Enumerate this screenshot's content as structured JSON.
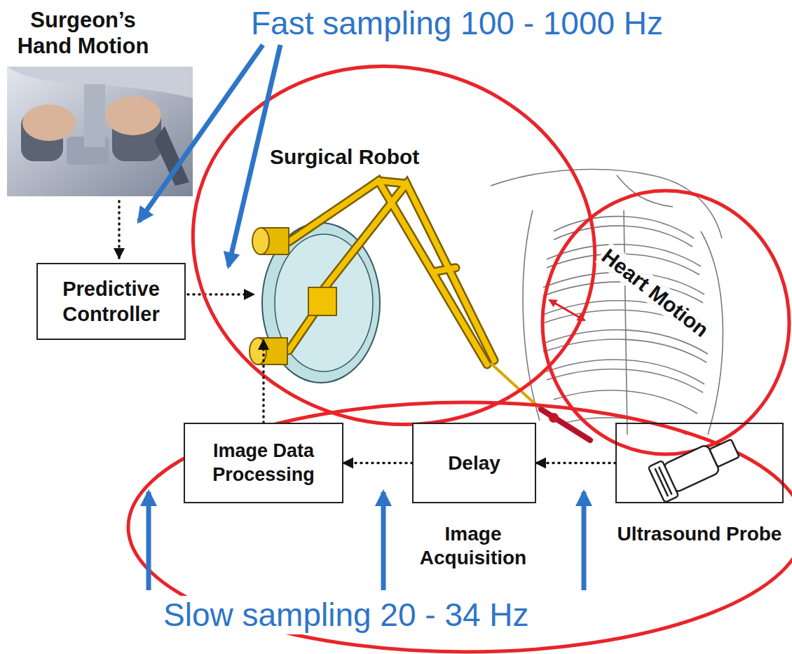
{
  "diagram": {
    "nodes": [
      {
        "text": [
          "Predictive Controller"
        ]
      },
      {
        "text": [
          "Image Data Processing"
        ]
      },
      {
        "text": [
          "Delay"
        ]
      },
      {
        "text": [
          "Ultrasound Probe"
        ]
      }
    ],
    "edges": [
      {
        "from": 3,
        "to": 2,
        "arrow": "to"
      },
      {
        "from": 2,
        "to": 1,
        "arrow": "to"
      },
      {
        "from": 1,
        "to": 0,
        "arrow": "to"
      }
    ],
    "labels": [
      "Surgeon’s Hand Motion",
      "Fast sampling 100 - 1000 Hz",
      "Surgical Robot",
      "Heart Motion",
      "Image Acquisition",
      "Slow sampling 20 - 34 Hz"
    ]
  }
}
